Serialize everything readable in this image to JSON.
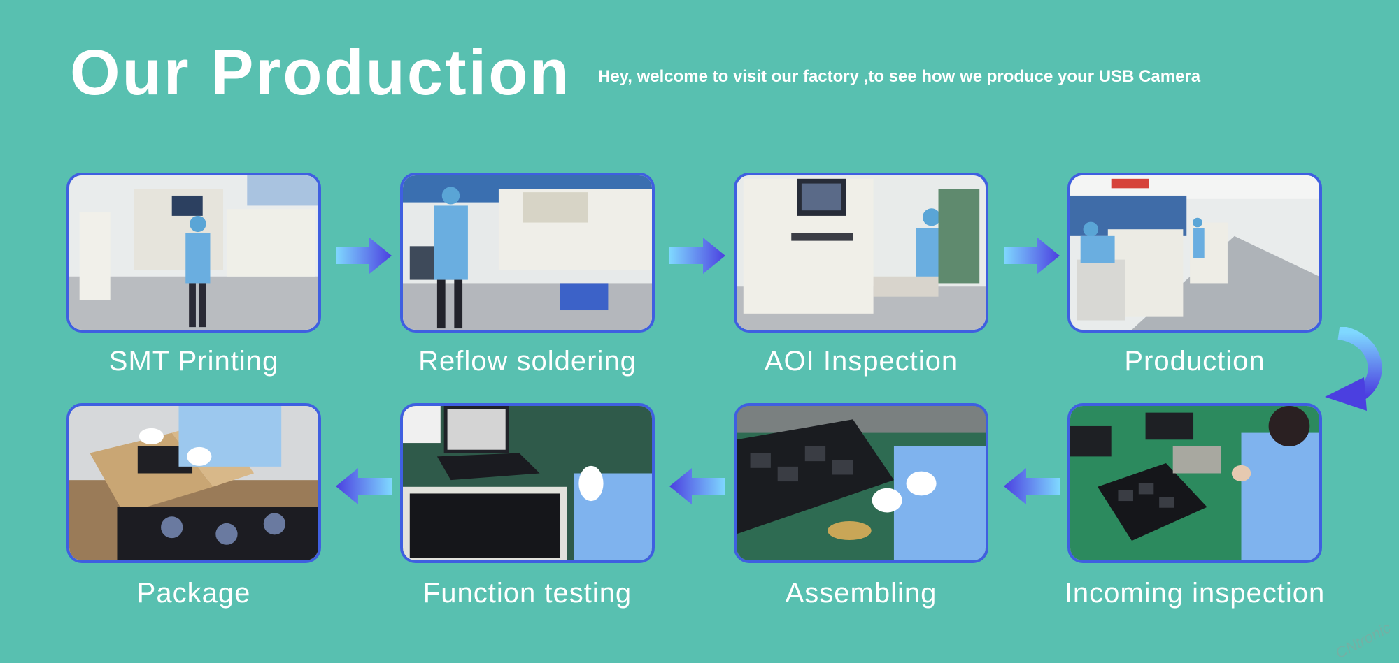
{
  "header": {
    "title": "Our Production",
    "subtitle": "Hey, welcome to visit our factory ,to see how we produce your USB Camera"
  },
  "steps": [
    {
      "label": "SMT Printing"
    },
    {
      "label": "Reflow soldering"
    },
    {
      "label": "AOI Inspection"
    },
    {
      "label": "Production"
    },
    {
      "label": "Incoming inspection"
    },
    {
      "label": "Assembling"
    },
    {
      "label": "Function testing"
    },
    {
      "label": "Package"
    }
  ],
  "watermark": "CNtronic",
  "colors": {
    "background": "#58c0b0",
    "card_border": "#3f5fe0",
    "arrow_start": "#7fd8ff",
    "arrow_end": "#4b3fe0",
    "text": "#ffffff"
  }
}
